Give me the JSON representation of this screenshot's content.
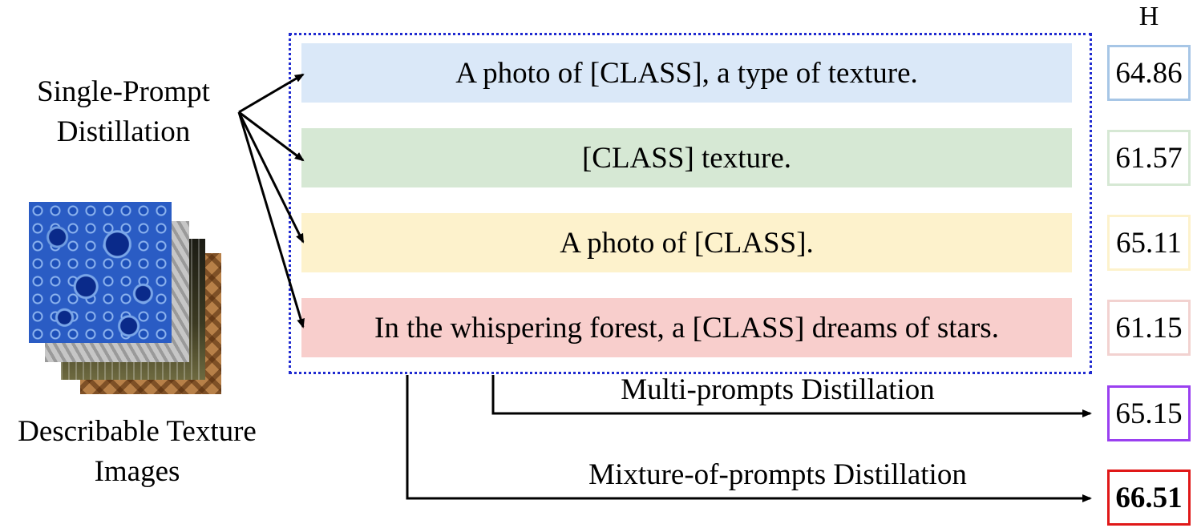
{
  "header": {
    "metric_label": "H"
  },
  "left": {
    "single_prompt_label_line1": "Single-Prompt",
    "single_prompt_label_line2": "Distillation",
    "dataset_label_line1": "Describable Texture",
    "dataset_label_line2": "Images"
  },
  "prompts": [
    {
      "text": "A photo of [CLASS], a type of texture.",
      "color": "#dae8f8",
      "score": "64.86",
      "score_border": "#a7c6e6"
    },
    {
      "text": "[CLASS] texture.",
      "color": "#d6e8d4",
      "score": "61.57",
      "score_border": "#d6e8d4"
    },
    {
      "text": "A photo of [CLASS].",
      "color": "#fdf2cc",
      "score": "65.11",
      "score_border": "#fdf2cc"
    },
    {
      "text": "In the whispering forest, a [CLASS] dreams of stars.",
      "color": "#f8cecc",
      "score": "61.15",
      "score_border": "#f2d2d0"
    }
  ],
  "multi": {
    "label": "Multi-prompts Distillation",
    "score": "65.15",
    "score_border": "#9a40f0"
  },
  "mixture": {
    "label": "Mixture-of-prompts Distillation",
    "score": "66.51",
    "score_border": "#e01818"
  },
  "colors": {
    "dashed_border": "#1f2ad0",
    "arrow": "#000000"
  }
}
